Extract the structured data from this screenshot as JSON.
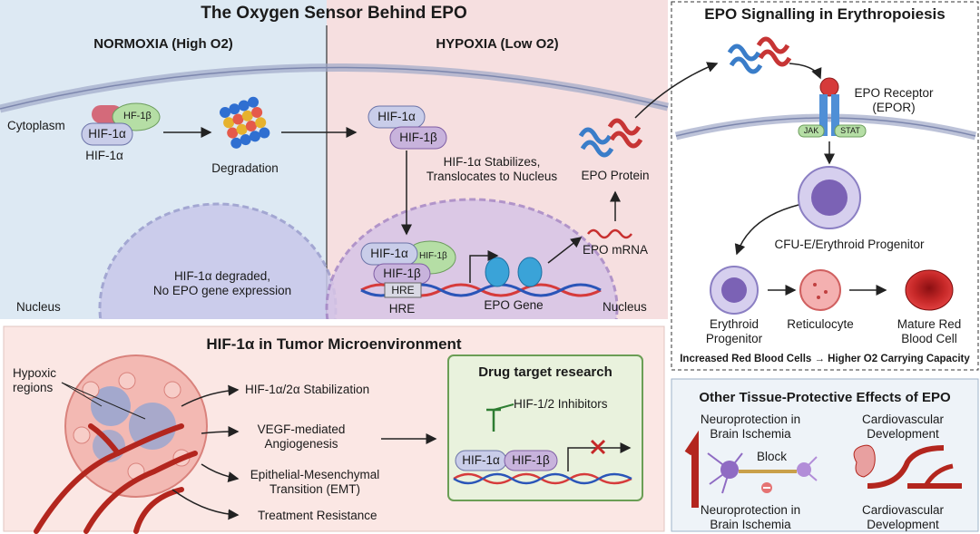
{
  "top_panel": {
    "title": "The Oxygen Sensor Behind EPO",
    "normoxia": {
      "heading": "NORMOXIA (High O2)",
      "cytoplasm_label": "Cytoplasm",
      "complex_hif1b": "HF-1β",
      "complex_hif1a": "HIF-1α",
      "complex_caption": "HIF-1α",
      "degradation_label": "Degradation",
      "nucleus_note_line1": "HIF-1α degraded,",
      "nucleus_note_line2": "No EPO gene expression",
      "nucleus_label": "Nucleus"
    },
    "hypoxia": {
      "heading": "HYPOXIA (Low O2)",
      "hif1a": "HIF-1α",
      "hif1b": "HIF-1β",
      "stabilize_line1": "HIF-1α Stabilizes,",
      "stabilize_line2": "Translocates to Nucleus",
      "nuc_hif1a": "HIF-1α",
      "nuc_hif1b_small": "HIF-1β",
      "nuc_hif1b": "HIF-1β",
      "hre_box": "HRE",
      "hre_label": "HRE",
      "epo_gene": "EPO Gene",
      "epo_mrna": "EPO mRNA",
      "epo_protein": "EPO Protein",
      "nucleus_label": "Nucleus"
    }
  },
  "tumor_panel": {
    "title": "HIF-1α in Tumor Microenvironment",
    "hypoxic_line1": "Hypoxic",
    "hypoxic_line2": "regions",
    "effects": {
      "stabilization": "HIF-1α/2α Stabilization",
      "vegf_line1": "VEGF-mediated",
      "vegf_line2": "Angiogenesis",
      "emt_line1": "Epithelial-Mesenchymal",
      "emt_line2": "Transition (EMT)",
      "resistance": "Treatment Resistance"
    },
    "drug_box": {
      "title": "Drug target research",
      "inhibitors": "HIF-1/2 Inhibitors",
      "hif1a": "HIF-1α",
      "hif1b": "HIF-1β"
    }
  },
  "epo_panel": {
    "title": "EPO Signalling in Erythropoiesis",
    "receptor_line1": "EPO Receptor",
    "receptor_line2": "(EPOR)",
    "jak": "JAK",
    "stat": "STAT",
    "cfu_label": "CFU-E/Erythroid Progenitor",
    "stages": {
      "progenitor_line1": "Erythroid",
      "progenitor_line2": "Progenitor",
      "reticulocyte": "Reticulocyte",
      "mature_line1": "Mature Red",
      "mature_line2": "Blood Cell"
    },
    "summary": "Increased Red Blood Cells → Higher O2 Carrying Capacity"
  },
  "protective_panel": {
    "title": "Other Tissue-Protective Effects of EPO",
    "neuro_top_line1": "Neuroprotection in",
    "neuro_top_line2": "Brain Ischemia",
    "cardio_top_line1": "Cardiovascular",
    "cardio_top_line2": "Development",
    "block": "Block",
    "neuro_bottom_line1": "Neuroprotection in",
    "neuro_bottom_line2": "Brain Ischemia",
    "cardio_bottom_line1": "Cardiovascular",
    "cardio_bottom_line2": "Development"
  },
  "colors": {
    "normoxia_bg": "#dde9f3",
    "hypoxia_bg": "#f6dfe0",
    "tumor_bg": "#fbe7e4",
    "panel_bg": "#eef3f8",
    "hif1a": "#c9cde9",
    "hif1b_normoxia": "#b5dea5",
    "hif1b_hypoxia": "#c8b3dc",
    "drug_box_bg": "#e9f2dd",
    "rbc": "#cc2a2a"
  }
}
